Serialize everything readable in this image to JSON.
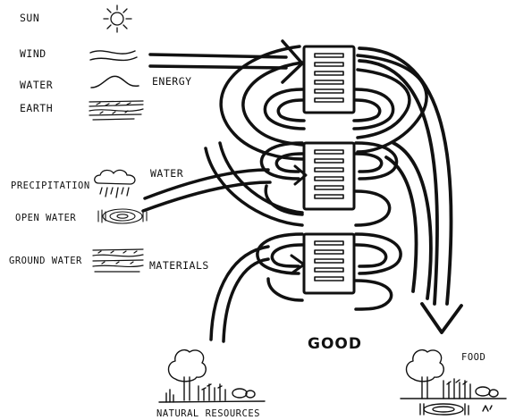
{
  "labels": {
    "sun": "SUN",
    "wind": "WIND",
    "water": "WATER",
    "earth": "EARTH",
    "energy": "ENERGY",
    "precipitation": "PRECIPITATION",
    "water_flow": "WATER",
    "open_water": "OPEN WATER",
    "ground_water": "GROUND WATER",
    "materials": "MATERIALS",
    "good": "GOOD",
    "food": "FOOD",
    "natural_resources": "NATURAL RESOURCES"
  },
  "colors": {
    "ink": "#111111",
    "paper": "#ffffff"
  }
}
